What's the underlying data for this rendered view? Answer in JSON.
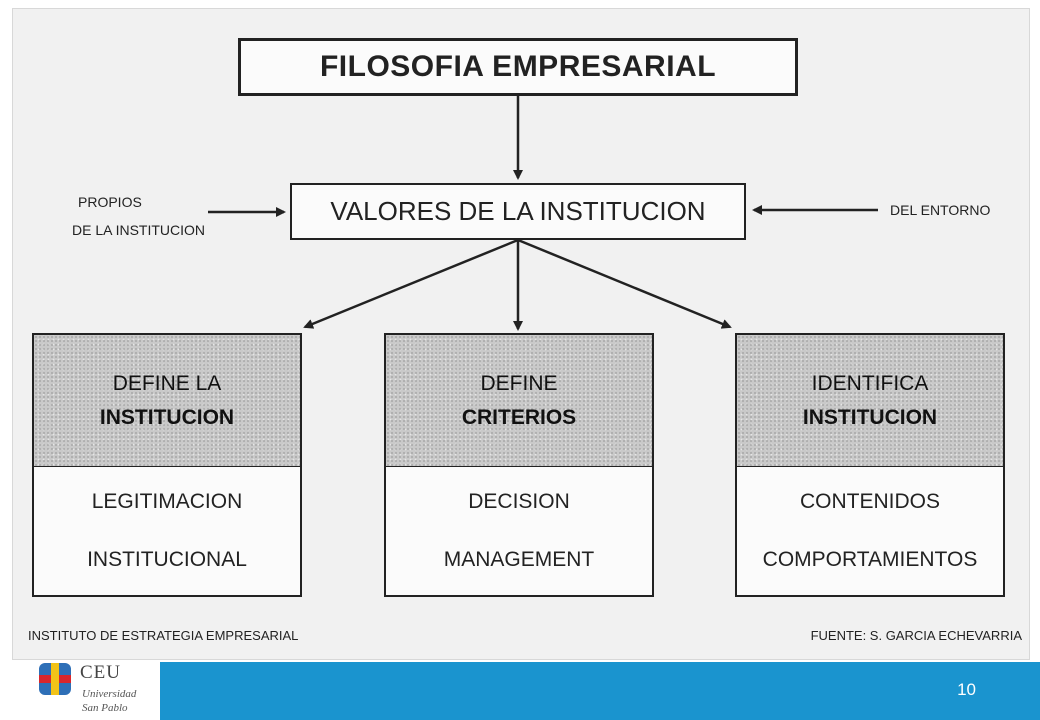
{
  "diagram": {
    "title": "FILOSOFIA EMPRESARIAL",
    "center": "VALORES DE LA INSTITUCION",
    "left_input": [
      "PROPIOS",
      "DE LA INSTITUCION"
    ],
    "right_input": "DEL ENTORNO",
    "panels": [
      {
        "top_line1": "DEFINE LA",
        "top_line2": "INSTITUCION",
        "bottom_line1": "LEGITIMACION",
        "bottom_line2": "INSTITUCIONAL"
      },
      {
        "top_line1": "DEFINE",
        "top_line2": "CRITERIOS",
        "bottom_line1": "DECISION",
        "bottom_line2": "MANAGEMENT"
      },
      {
        "top_line1": "IDENTIFICA",
        "top_line2": "INSTITUCION",
        "bottom_line1": "CONTENIDOS",
        "bottom_line2": "COMPORTAMIENTOS"
      }
    ],
    "footer_left": "INSTITUTO DE ESTRATEGIA EMPRESARIAL",
    "footer_right": "FUENTE: S. GARCIA ECHEVARRIA"
  },
  "slide": {
    "logo_name": "CEU",
    "logo_sub1": "Universidad",
    "logo_sub2": "San Pablo",
    "page_number": "10",
    "accent_color": "#1a94cf"
  }
}
